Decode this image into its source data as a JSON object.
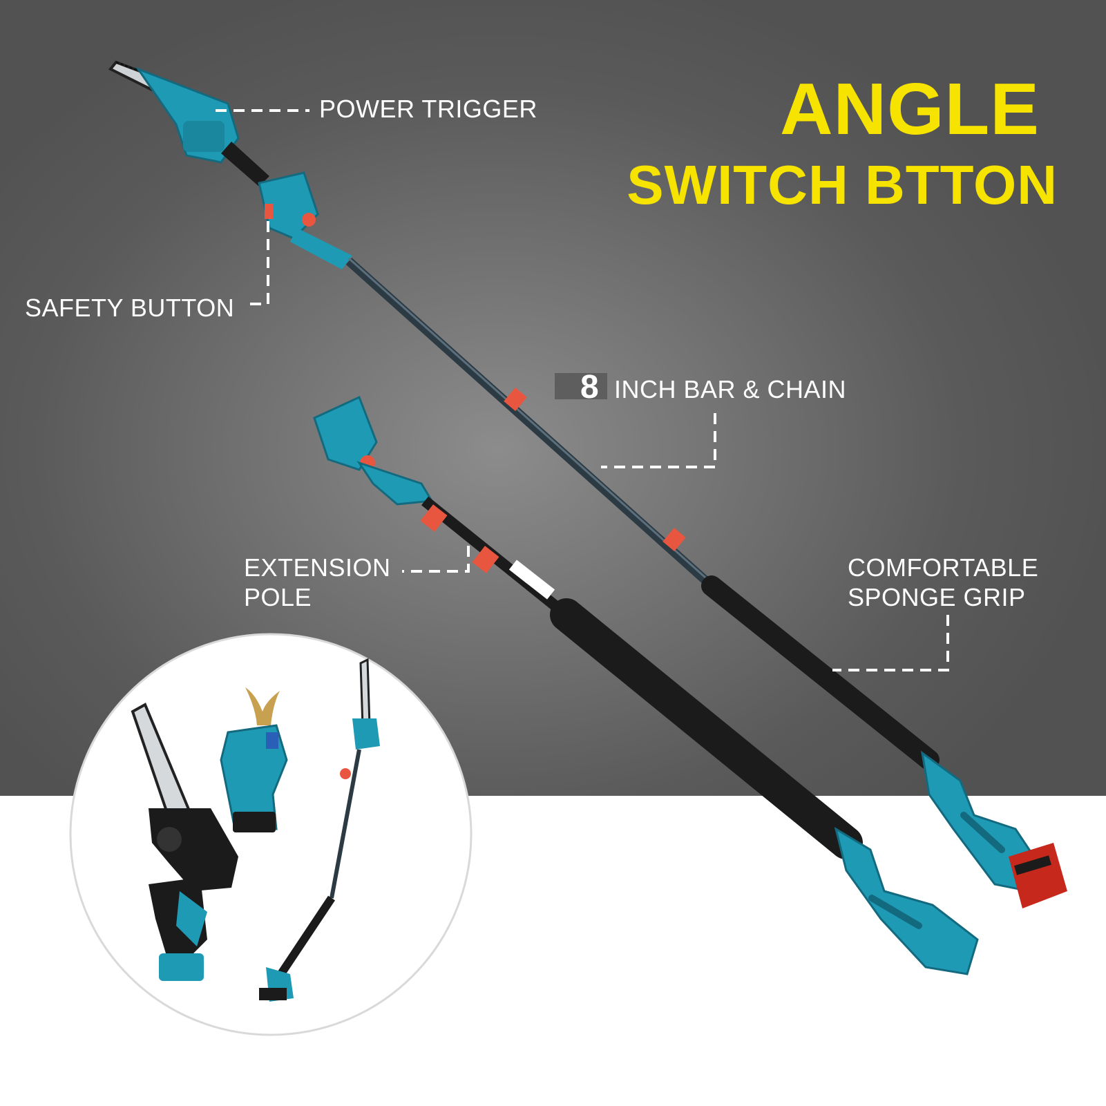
{
  "headline": {
    "line1": "ANGLE",
    "line2": "SWITCH BTTON"
  },
  "callouts": {
    "power_trigger": "POWER TRIGGER",
    "safety_button": "SAFETY BUTTON",
    "bar_length_number": "8",
    "bar_chain": "INCH BAR & CHAIN",
    "extension_pole_line1": "EXTENSION",
    "extension_pole_line2": "POLE",
    "sponge_grip_line1": "COMFORTABLE",
    "sponge_grip_line2": "SPONGE GRIP"
  },
  "colors": {
    "headline": "#f7e300",
    "tool_body": "#1f9ab5",
    "accent_red": "#e8563f",
    "pole": "#2c3a44",
    "grip": "#1b1b1b"
  },
  "icons": [
    "pole-saw-icon",
    "mini-chainsaw-icon",
    "pruning-shears-icon"
  ]
}
